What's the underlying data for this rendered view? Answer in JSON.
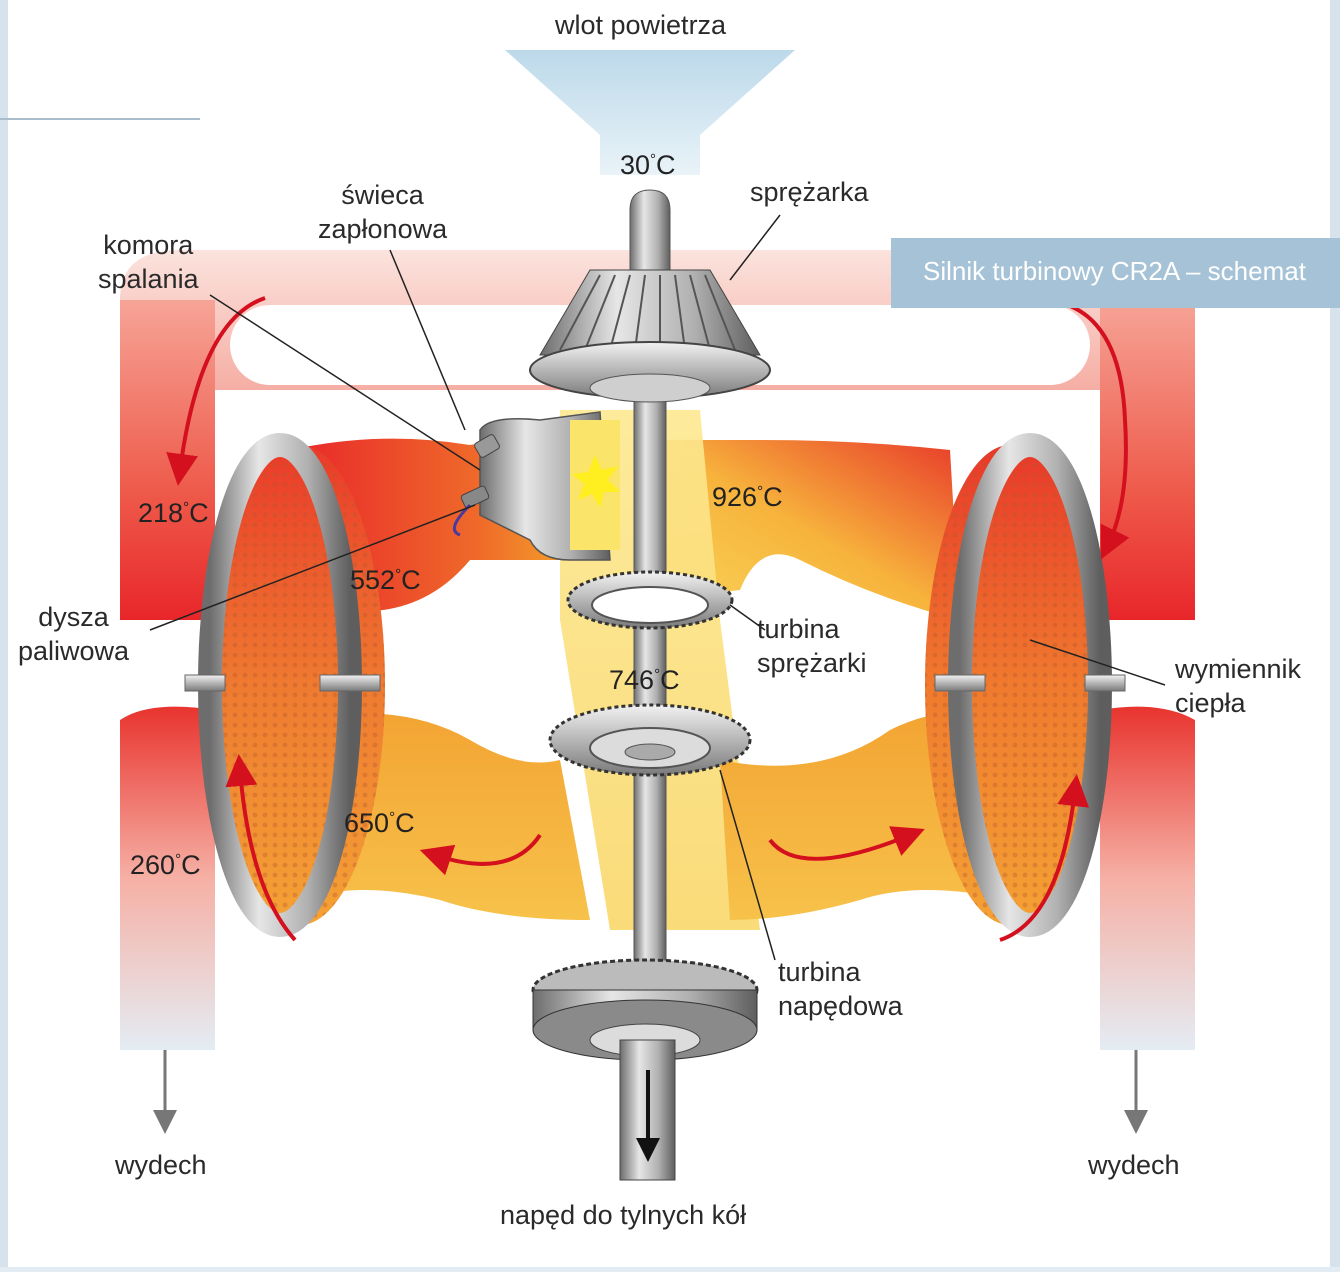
{
  "labels": {
    "inlet": "wlot powietrza",
    "compressor": "sprężarka",
    "spark_plug": "świeca\nzapłonowa",
    "combustion_chamber": "komora\nspalania",
    "fuel_nozzle": "dysza\npaliwowa",
    "compressor_turbine": "turbina\nsprężarki",
    "heat_exchanger": "wymiennik\nciepła",
    "power_turbine": "turbina\nnapędowa",
    "exhaust_left": "wydech",
    "exhaust_right": "wydech",
    "drive": "napęd do tylnych kół"
  },
  "temps": {
    "t30": "30",
    "t218": "218",
    "t552": "552",
    "t926": "926",
    "t746": "746",
    "t650": "650",
    "t260": "260"
  },
  "temp_unit": "C",
  "degree": "°",
  "caption": "Silnik turbinowy CR2A – schemat",
  "colors": {
    "hot_red": "#e8262a",
    "warm_orange": "#f39a2a",
    "yellow": "#f8d75a",
    "pale_pink": "#fbd9d3",
    "metal": "#9a9a9a",
    "arrow": "#d4101e",
    "inlet_blue": "#bcd9ea",
    "caption_bg": "#a6c2d6"
  }
}
